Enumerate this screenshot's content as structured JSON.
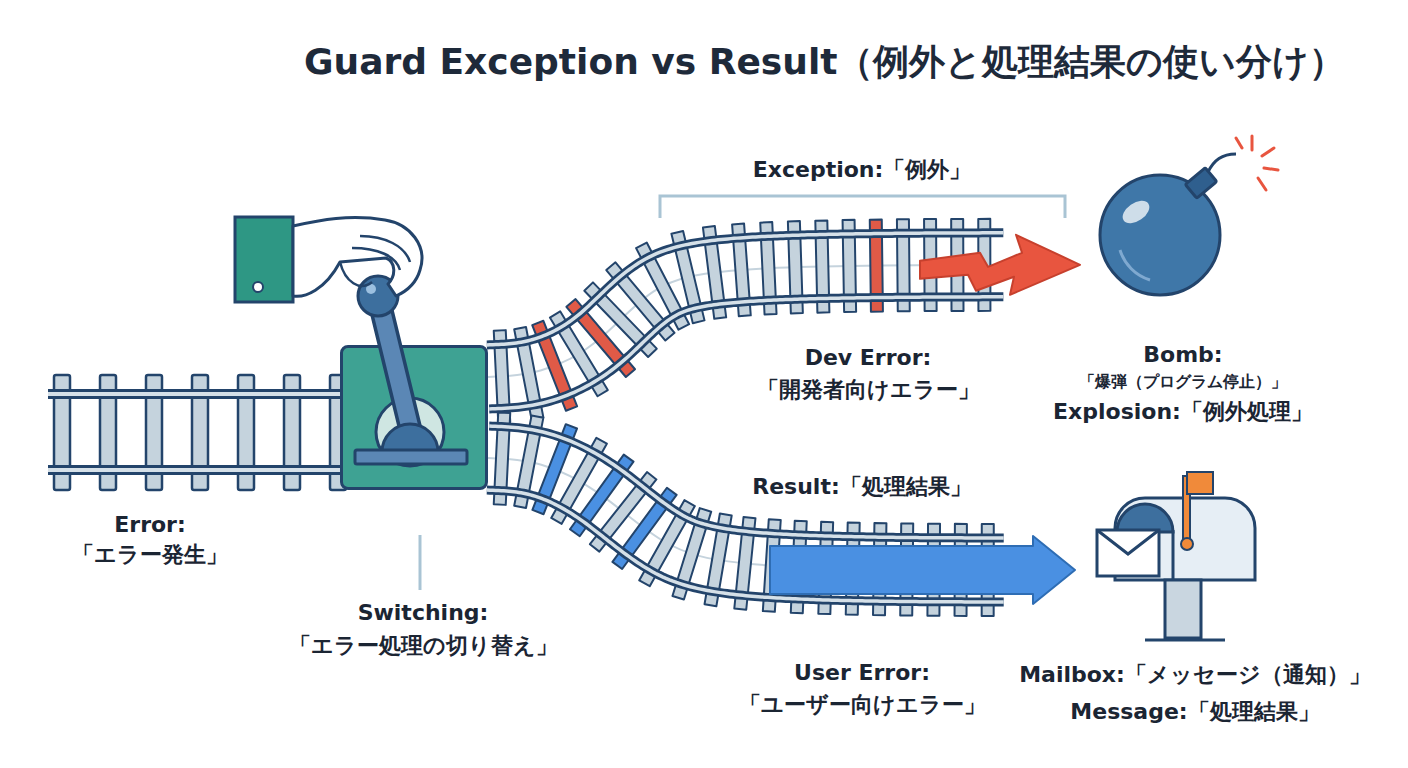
{
  "diagram": {
    "title": "Guard Exception vs Result（例外と処理結果の使い分け）",
    "nodes": [
      {
        "text": [
          "Switching:",
          "「エラー処理の切り替え」"
        ]
      },
      {
        "text": [
          "Bomb:",
          "「爆弾（プログラム停止）」",
          "Explosion:「例外処理」"
        ]
      },
      {
        "text": [
          "Mailbox:「メッセージ（通知）」",
          "Message:「処理結果」"
        ]
      }
    ],
    "edges": [
      {
        "from": 0,
        "to": 1,
        "arrow": "to",
        "label": "Exception:「例外」"
      },
      {
        "from": 0,
        "to": 2,
        "arrow": "to",
        "label": "Result:「処理結果」"
      }
    ],
    "labels": [
      "Error:",
      "「エラー発生」",
      "Dev Error:",
      "「開発者向けエラー」",
      "User Error:",
      "「ユーザー向けエラー」"
    ]
  }
}
